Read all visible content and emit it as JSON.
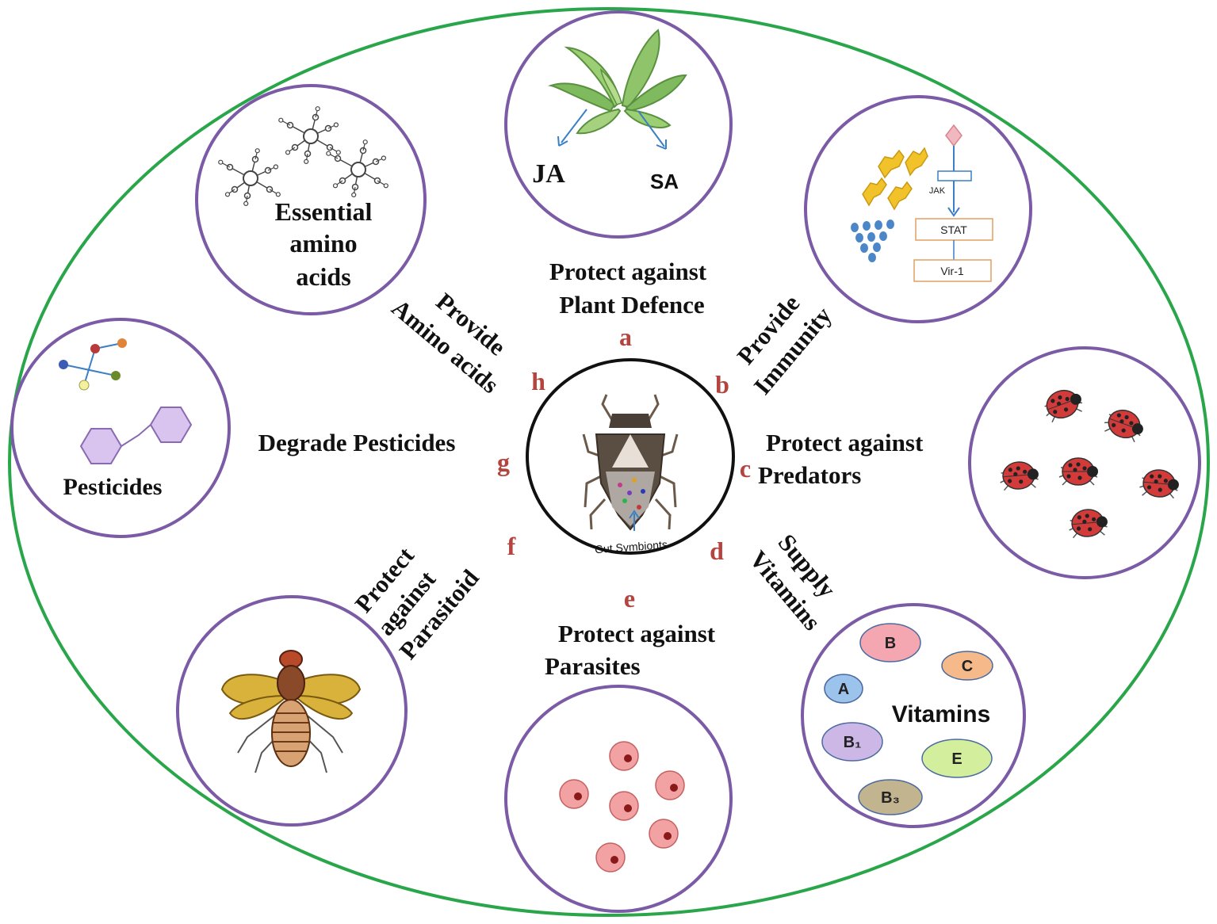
{
  "colors": {
    "outer_ellipse": "#2aa64a",
    "panel_circle": "#7b5aa6",
    "letter": "#b5443f",
    "label": "#111111",
    "arrow": "#3b7fc4",
    "leaf": "#8fc46a",
    "aphid": "#f2c22a",
    "droplet": "#4b86c8",
    "ladybug": "#d33a3a",
    "parasite": "#f2a2a2",
    "fly_wing": "#d8b23a",
    "hexagon": "#d9c4f0"
  },
  "center": {
    "caption": "Gut Symbionts",
    "icon": "stink-bug-icon"
  },
  "functions": {
    "a": {
      "letter": "a",
      "line1": "Protect  against",
      "line2": "Plant Defence"
    },
    "b": {
      "letter": "b",
      "line1": "Provide",
      "line2": "Immunity"
    },
    "c": {
      "letter": "c",
      "line1": "Protect  against",
      "line2": "Predators"
    },
    "d": {
      "letter": "d",
      "line1": "Supply",
      "line2": "Vitamins"
    },
    "e": {
      "letter": "e",
      "line1": "Protect against",
      "line2": "Parasites"
    },
    "f": {
      "letter": "f",
      "line1": "Protect",
      "line2": "against",
      "line3": "Parasitoid"
    },
    "g": {
      "letter": "g",
      "line1": "Degrade Pesticides"
    },
    "h": {
      "letter": "h",
      "line1": "Provide",
      "line2": "Amino acids"
    }
  },
  "panels": {
    "plant": {
      "ja": "JA",
      "sa": "SA",
      "icon": "plant-icon"
    },
    "immunity": {
      "jak": "JAK",
      "stat": "STAT",
      "vir": "Vir-1"
    },
    "predators": {
      "icon": "ladybug-icon"
    },
    "vitamins": {
      "title": "Vitamins",
      "items": [
        {
          "label": "B",
          "color": "#f4a7b0"
        },
        {
          "label": "C",
          "color": "#f6b98a"
        },
        {
          "label": "A",
          "color": "#9cc3ec"
        },
        {
          "label": "B₁",
          "color": "#cdb7e6"
        },
        {
          "label": "E",
          "color": "#d3ef9e"
        },
        {
          "label": "B₃",
          "color": "#c2b48f"
        }
      ]
    },
    "parasites": {
      "icon": "parasite-cell-icon"
    },
    "parasitoid": {
      "icon": "wasp-icon"
    },
    "pesticides": {
      "label": "Pesticides"
    },
    "amino": {
      "line1": "Essential",
      "line2": "amino",
      "line3": "acids"
    }
  }
}
